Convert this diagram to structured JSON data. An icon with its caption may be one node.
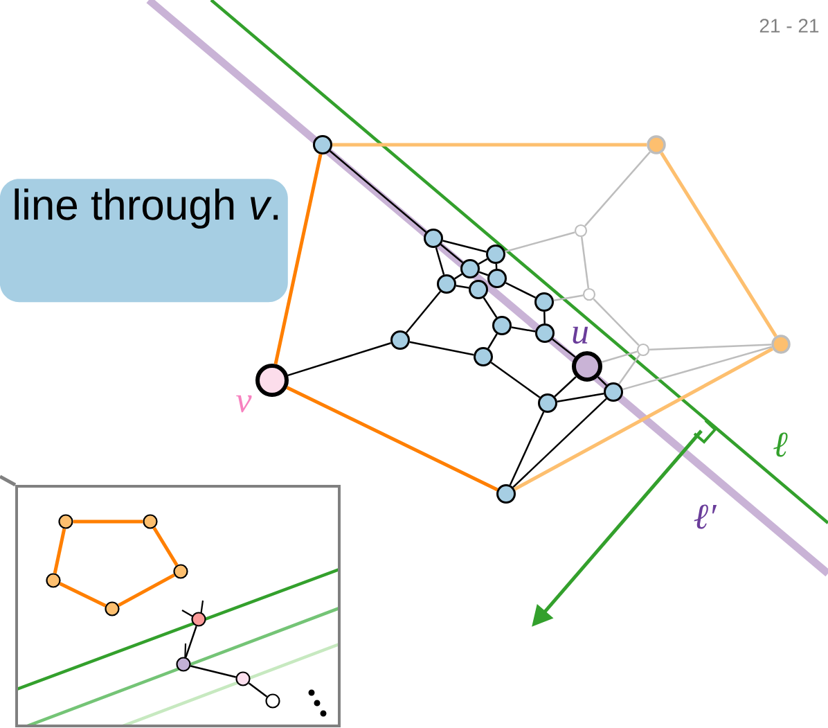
{
  "diagram": {
    "nodes": [
      {
        "text": [
          "line through *v*."
        ]
      },
      {
        "text": [],
        "shape": "circle"
      },
      {
        "text": [],
        "shape": "circle"
      },
      {
        "text": [],
        "shape": "circle"
      },
      {
        "text": [],
        "shape": "circle",
        "beside": [
          "v"
        ]
      },
      {
        "text": [],
        "shape": "circle"
      },
      {
        "text": [],
        "shape": "circle"
      },
      {
        "text": [],
        "shape": "circle"
      },
      {
        "text": [],
        "shape": "circle"
      },
      {
        "text": [],
        "shape": "circle"
      },
      {
        "text": [],
        "shape": "circle"
      },
      {
        "text": [],
        "shape": "circle"
      },
      {
        "text": [],
        "shape": "circle"
      },
      {
        "text": [],
        "shape": "circle"
      },
      {
        "text": [],
        "shape": "circle"
      },
      {
        "text": [],
        "shape": "circle"
      },
      {
        "text": [],
        "shape": "circle"
      },
      {
        "text": [],
        "shape": "circle",
        "beside": [
          "u"
        ]
      },
      {
        "text": [],
        "shape": "circle"
      },
      {
        "text": [],
        "shape": "circle"
      },
      {
        "text": [],
        "shape": "circle"
      },
      {
        "text": [],
        "shape": "circle"
      },
      {
        "text": [],
        "shape": "circle"
      },
      {
        "text": [],
        "shape": "box"
      },
      {
        "text": [],
        "shape": "circle",
        "in": 23
      },
      {
        "text": [],
        "shape": "circle",
        "in": 23
      },
      {
        "text": [],
        "shape": "circle",
        "in": 23
      },
      {
        "text": [],
        "shape": "circle",
        "in": 23
      },
      {
        "text": [],
        "shape": "circle",
        "in": 23
      },
      {
        "text": [],
        "shape": "circle",
        "in": 23
      },
      {
        "text": [],
        "shape": "circle",
        "in": 23
      },
      {
        "text": [],
        "shape": "circle",
        "in": 23
      },
      {
        "text": [],
        "shape": "circle",
        "in": 23
      }
    ],
    "edges": [
      {
        "from": 1,
        "to": 6,
        "arrow": "none"
      },
      {
        "from": 6,
        "to": 7,
        "arrow": "none"
      },
      {
        "from": 6,
        "to": 10,
        "arrow": "none"
      },
      {
        "from": 6,
        "to": 8,
        "arrow": "none"
      },
      {
        "from": 7,
        "to": 8,
        "arrow": "none"
      },
      {
        "from": 7,
        "to": 9,
        "arrow": "none"
      },
      {
        "from": 8,
        "to": 9,
        "arrow": "none"
      },
      {
        "from": 8,
        "to": 10,
        "arrow": "none"
      },
      {
        "from": 10,
        "to": 11,
        "arrow": "none"
      },
      {
        "from": 9,
        "to": 12,
        "arrow": "none"
      },
      {
        "from": 11,
        "to": 14,
        "arrow": "none"
      },
      {
        "from": 12,
        "to": 15,
        "arrow": "none"
      },
      {
        "from": 14,
        "to": 15,
        "arrow": "none"
      },
      {
        "from": 14,
        "to": 16,
        "arrow": "none"
      },
      {
        "from": 13,
        "to": 10,
        "arrow": "none"
      },
      {
        "from": 13,
        "to": 16,
        "arrow": "none"
      },
      {
        "from": 4,
        "to": 13,
        "arrow": "none"
      },
      {
        "from": 15,
        "to": 17,
        "arrow": "none"
      },
      {
        "from": 17,
        "to": 18,
        "arrow": "none"
      },
      {
        "from": 17,
        "to": 19,
        "arrow": "none"
      },
      {
        "from": 18,
        "to": 19,
        "arrow": "none"
      },
      {
        "from": 16,
        "to": 18,
        "arrow": "none"
      },
      {
        "from": 5,
        "to": 18,
        "arrow": "none"
      },
      {
        "from": 5,
        "to": 19,
        "arrow": "none"
      },
      {
        "from": 1,
        "to": 4,
        "arrow": "none",
        "style": "thick",
        "color": "#ff7f00"
      },
      {
        "from": 4,
        "to": 5,
        "arrow": "none",
        "style": "thick",
        "color": "#ff7f00"
      },
      {
        "from": 1,
        "to": 2,
        "arrow": "none",
        "style": "thick",
        "color": "#fdbf6f"
      },
      {
        "from": 2,
        "to": 3,
        "arrow": "none",
        "style": "thick",
        "color": "#fdbf6f"
      },
      {
        "from": 3,
        "to": 5,
        "arrow": "none",
        "style": "thick",
        "color": "#fdbf6f"
      },
      {
        "from": 2,
        "to": 20,
        "arrow": "none",
        "color": "#bdbdbd"
      },
      {
        "from": 20,
        "to": 7,
        "arrow": "none",
        "color": "#bdbdbd"
      },
      {
        "from": 20,
        "to": 21,
        "arrow": "none",
        "color": "#bdbdbd"
      },
      {
        "from": 21,
        "to": 12,
        "arrow": "none",
        "color": "#bdbdbd"
      },
      {
        "from": 21,
        "to": 22,
        "arrow": "none",
        "color": "#bdbdbd"
      },
      {
        "from": 22,
        "to": 3,
        "arrow": "none",
        "color": "#bdbdbd"
      },
      {
        "from": 22,
        "to": 17,
        "arrow": "none",
        "color": "#bdbdbd"
      },
      {
        "from": 22,
        "to": 19,
        "arrow": "none",
        "color": "#bdbdbd"
      },
      {
        "from": 19,
        "to": 3,
        "arrow": "none",
        "color": "#bdbdbd"
      },
      {
        "from": null,
        "to": 23,
        "arrow": "none",
        "style": "thick",
        "color": "#808080"
      },
      {
        "from": 24,
        "to": 25,
        "arrow": "none",
        "style": "thick",
        "color": "#ff7f00"
      },
      {
        "from": 25,
        "to": 26,
        "arrow": "none",
        "style": "thick",
        "color": "#ff7f00"
      },
      {
        "from": 26,
        "to": 27,
        "arrow": "none",
        "style": "thick",
        "color": "#ff7f00"
      },
      {
        "from": 27,
        "to": 28,
        "arrow": "none",
        "style": "thick",
        "color": "#ff7f00"
      },
      {
        "from": 28,
        "to": 24,
        "arrow": "none",
        "style": "thick",
        "color": "#ff7f00"
      },
      {
        "from": 29,
        "to": 30,
        "arrow": "none"
      },
      {
        "from": 30,
        "to": 31,
        "arrow": "none"
      },
      {
        "from": 31,
        "to": 32,
        "arrow": "none"
      }
    ],
    "labels": [
      "21 - 21",
      "ℓ",
      "ℓ′"
    ]
  }
}
